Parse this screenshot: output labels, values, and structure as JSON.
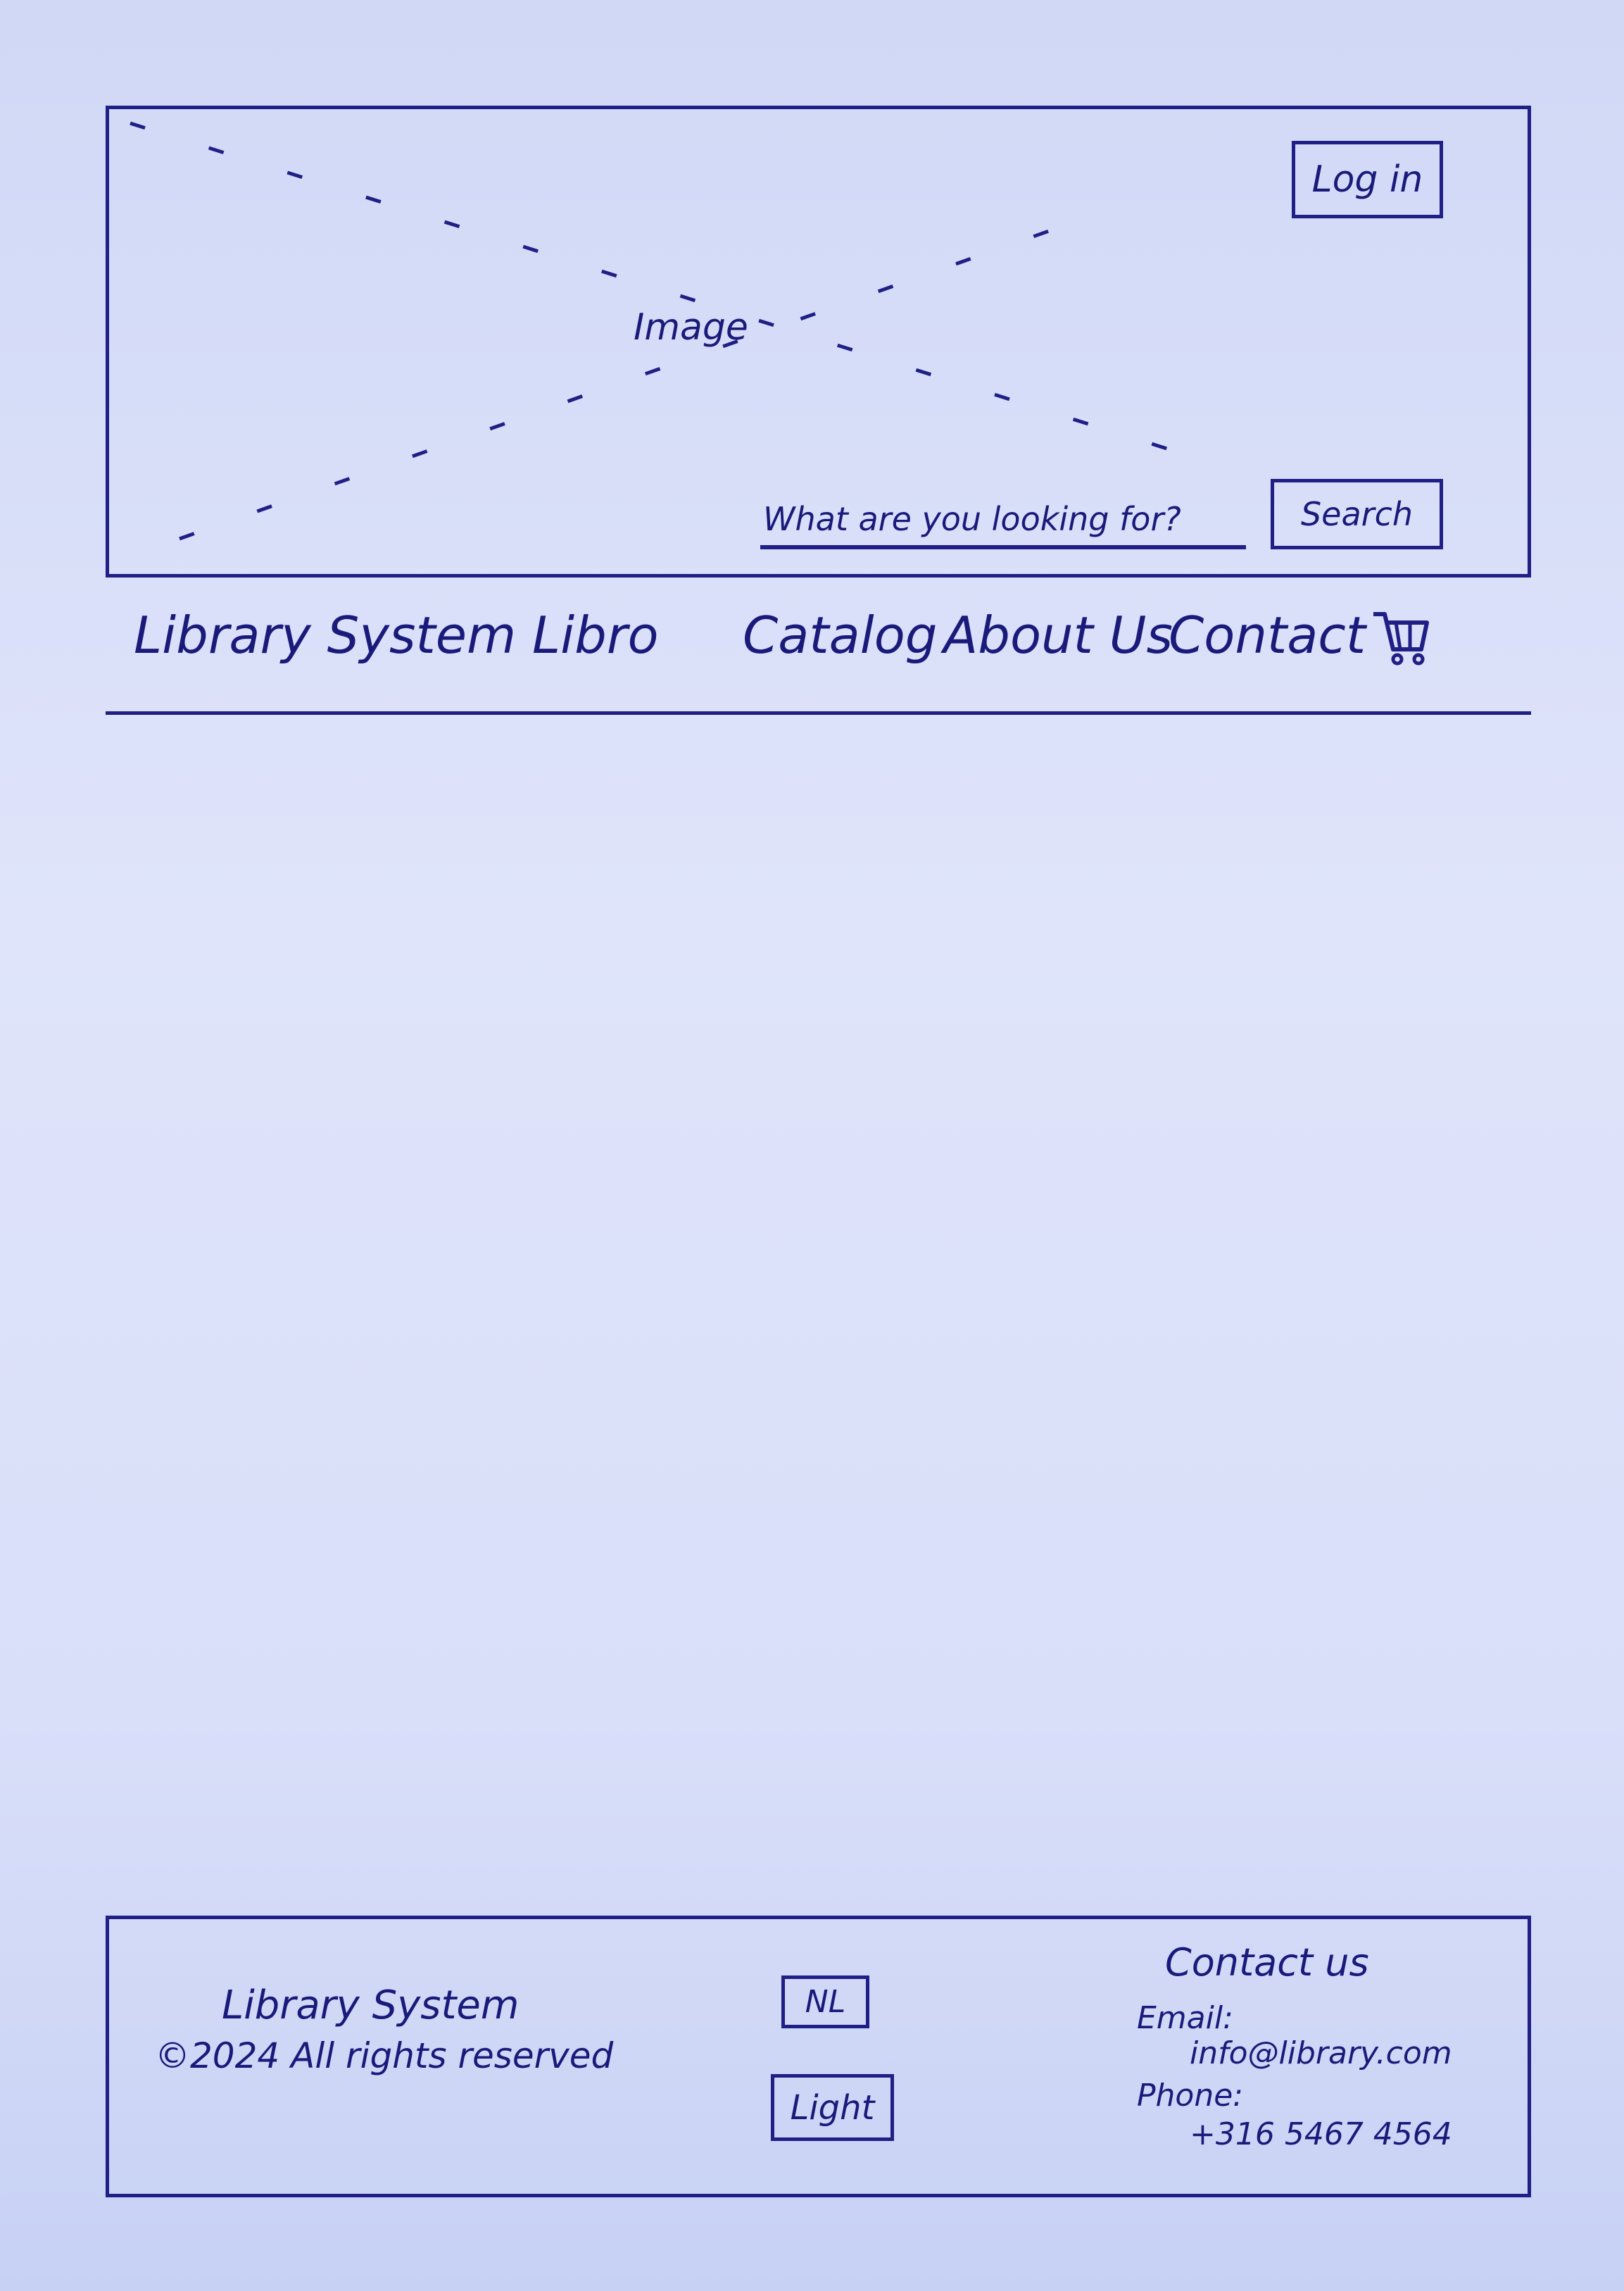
{
  "header": {
    "image_label": "Image",
    "login_label": "Log in",
    "search": {
      "placeholder": "What are you looking for?",
      "button_label": "Search"
    }
  },
  "nav": {
    "brand": "Library System Libro",
    "links": [
      "Catalog",
      "About Us",
      "Contact"
    ],
    "cart_icon": "cart-icon"
  },
  "footer": {
    "brand": "Library System",
    "copyright": "©2024 All rights reserved",
    "language_button": "NL",
    "theme_button": "Light",
    "contact": {
      "title": "Contact us",
      "email_label": "Email:",
      "email": "info@library.com",
      "phone_label": "Phone:",
      "phone": "+316 5467 4564"
    }
  }
}
